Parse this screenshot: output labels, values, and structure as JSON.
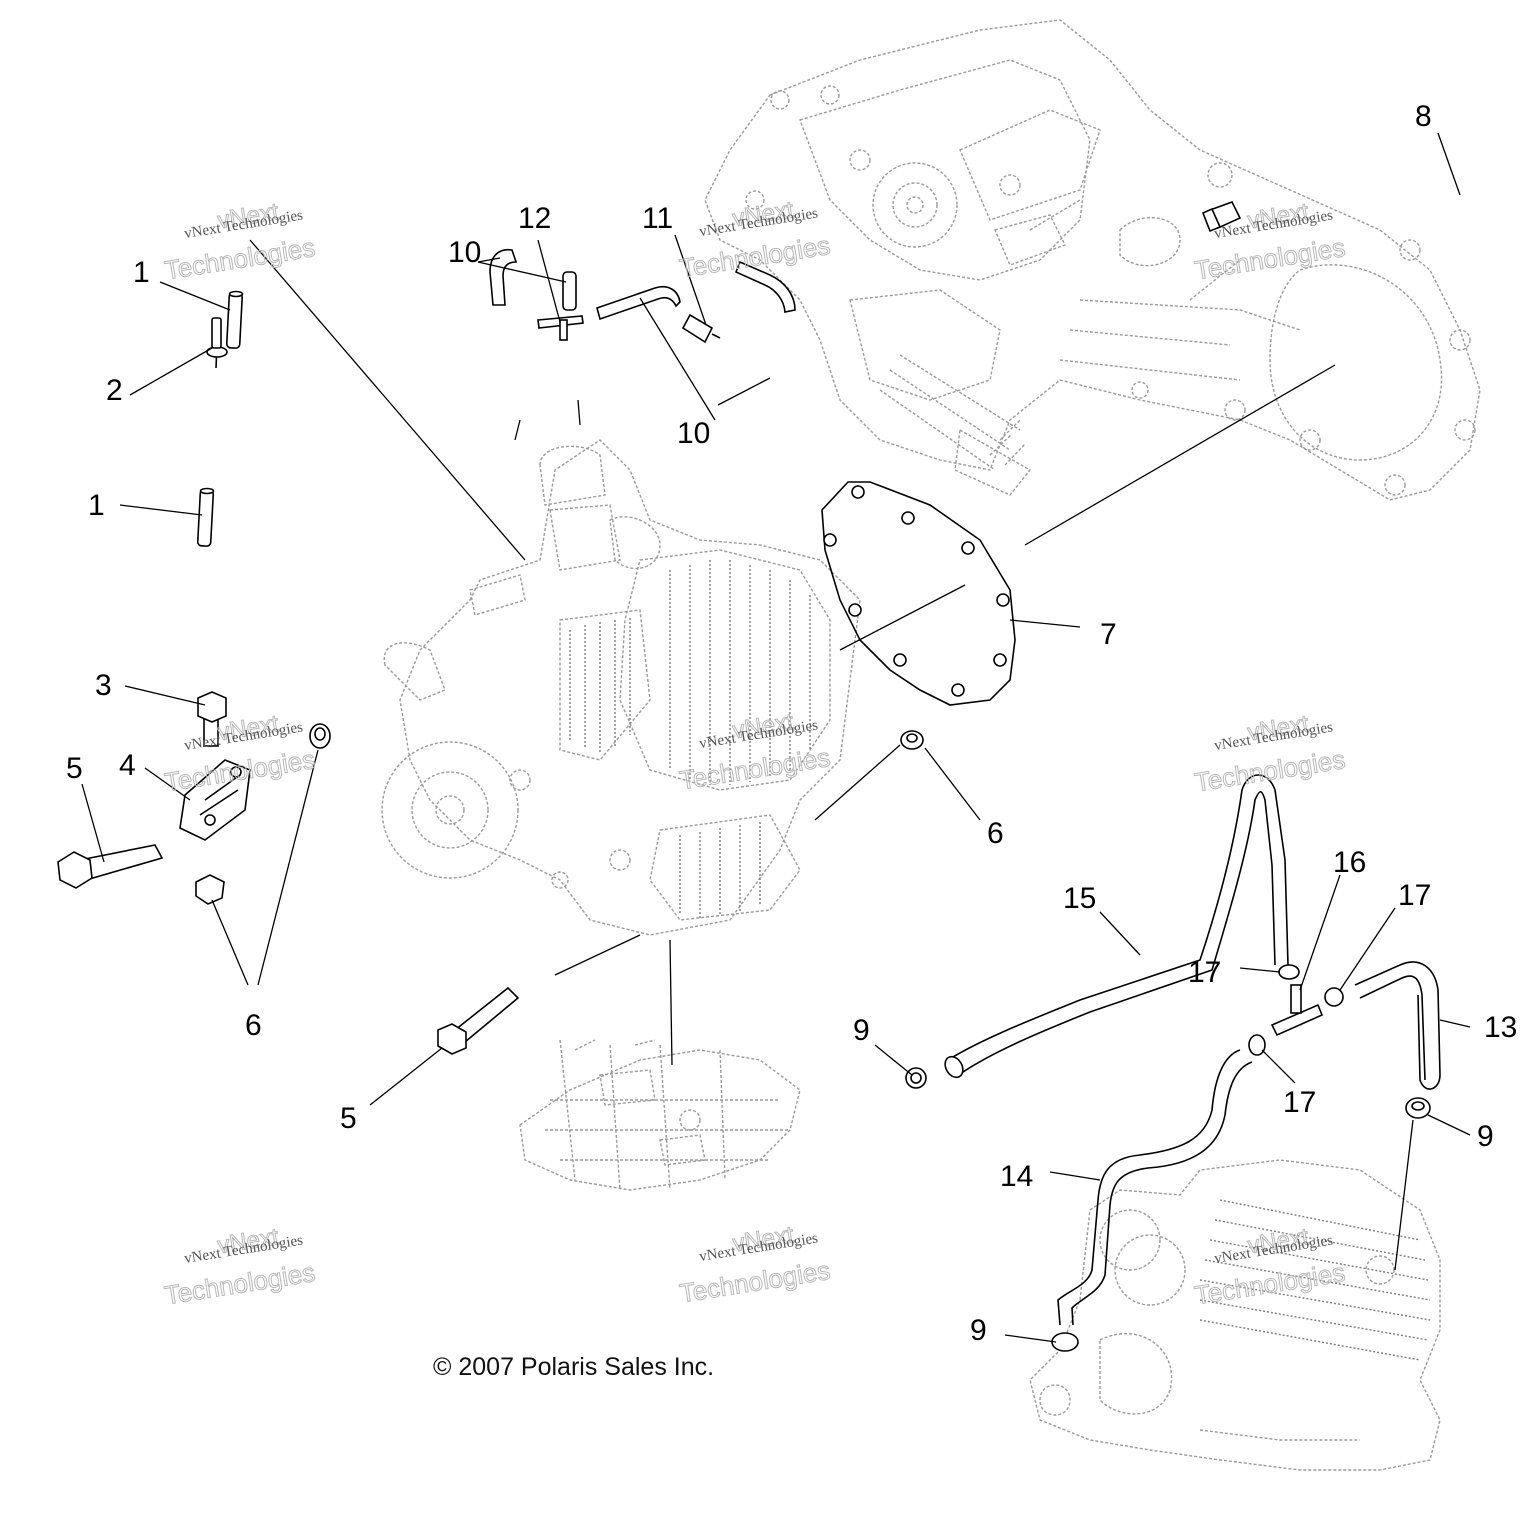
{
  "callouts": [
    {
      "id": "1a",
      "label": "1"
    },
    {
      "id": "1b",
      "label": "1"
    },
    {
      "id": "2",
      "label": "2"
    },
    {
      "id": "3",
      "label": "3"
    },
    {
      "id": "4",
      "label": "4"
    },
    {
      "id": "5a",
      "label": "5"
    },
    {
      "id": "5b",
      "label": "5"
    },
    {
      "id": "6a",
      "label": "6"
    },
    {
      "id": "6b",
      "label": "6"
    },
    {
      "id": "7",
      "label": "7"
    },
    {
      "id": "8",
      "label": "8"
    },
    {
      "id": "9a",
      "label": "9"
    },
    {
      "id": "9b",
      "label": "9"
    },
    {
      "id": "9c",
      "label": "9"
    },
    {
      "id": "10a",
      "label": "10"
    },
    {
      "id": "10b",
      "label": "10"
    },
    {
      "id": "11",
      "label": "11"
    },
    {
      "id": "12",
      "label": "12"
    },
    {
      "id": "13",
      "label": "13"
    },
    {
      "id": "14",
      "label": "14"
    },
    {
      "id": "15",
      "label": "15"
    },
    {
      "id": "16",
      "label": "16"
    },
    {
      "id": "17a",
      "label": "17"
    },
    {
      "id": "17b",
      "label": "17"
    },
    {
      "id": "17c",
      "label": "17"
    }
  ],
  "watermark": {
    "line1": "vNext Technologies",
    "line2": "vNext",
    "line3": "Technologies"
  },
  "copyright": "© 2007 Polaris Sales Inc."
}
